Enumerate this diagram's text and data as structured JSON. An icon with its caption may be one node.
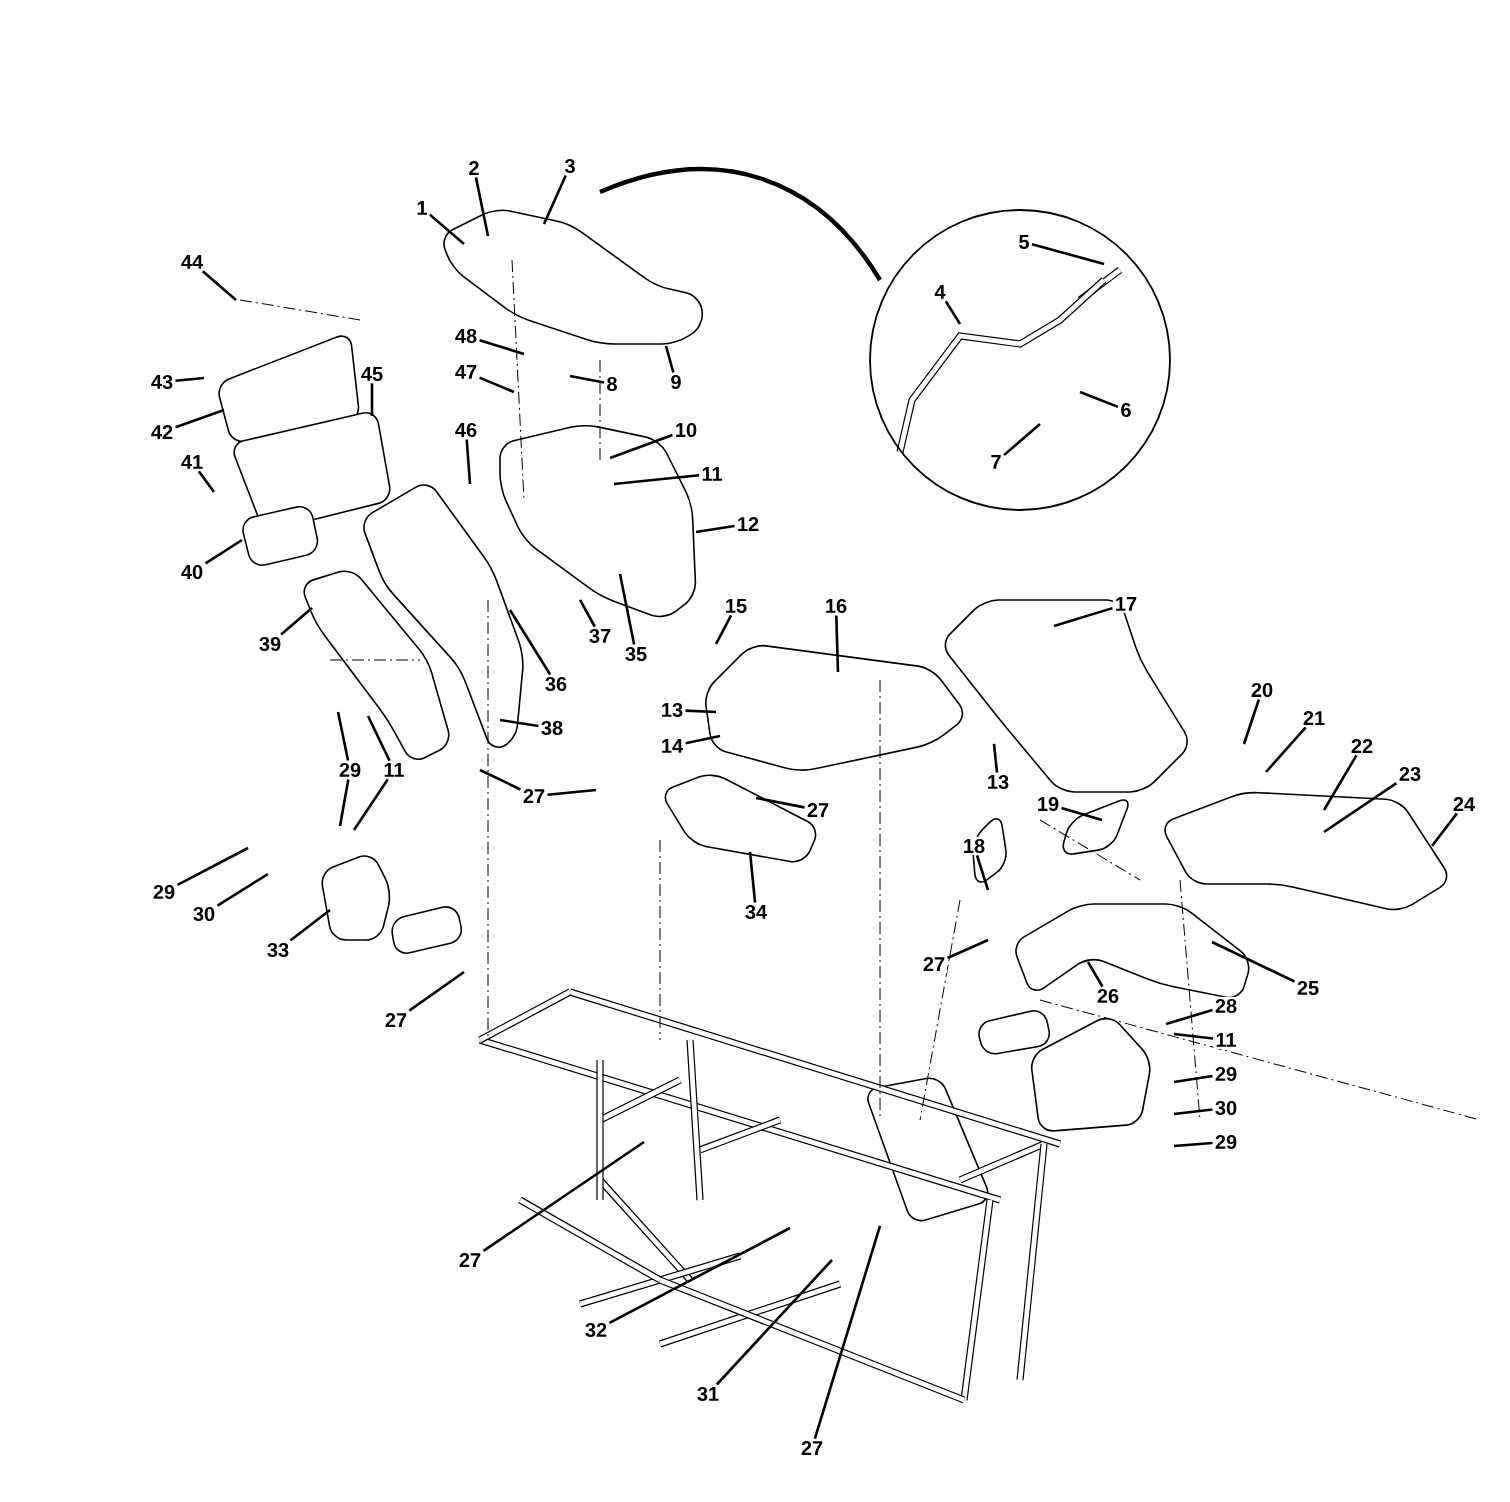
{
  "diagram": {
    "nodes": [
      {
        "text": [
          "1"
        ]
      },
      {
        "text": [
          "2"
        ]
      },
      {
        "text": [
          "3"
        ]
      },
      {
        "text": [
          "44"
        ]
      },
      {
        "text": [
          "5"
        ]
      },
      {
        "text": [
          "4"
        ]
      },
      {
        "text": [
          "48"
        ]
      },
      {
        "text": [
          "47"
        ]
      },
      {
        "text": [
          "8"
        ]
      },
      {
        "text": [
          "9"
        ]
      },
      {
        "text": [
          "43"
        ]
      },
      {
        "text": [
          "45"
        ]
      },
      {
        "text": [
          "6"
        ]
      },
      {
        "text": [
          "42"
        ]
      },
      {
        "text": [
          "10"
        ]
      },
      {
        "text": [
          "46"
        ]
      },
      {
        "text": [
          "7"
        ]
      },
      {
        "text": [
          "41"
        ]
      },
      {
        "text": [
          "11"
        ]
      },
      {
        "text": [
          "12"
        ]
      },
      {
        "text": [
          "40"
        ]
      },
      {
        "text": [
          "15"
        ]
      },
      {
        "text": [
          "16"
        ]
      },
      {
        "text": [
          "17"
        ]
      },
      {
        "text": [
          "39"
        ]
      },
      {
        "text": [
          "37"
        ]
      },
      {
        "text": [
          "35"
        ]
      },
      {
        "text": [
          "36"
        ]
      },
      {
        "text": [
          "20"
        ]
      },
      {
        "text": [
          "13"
        ]
      },
      {
        "text": [
          "38"
        ]
      },
      {
        "text": [
          "21"
        ]
      },
      {
        "text": [
          "14"
        ]
      },
      {
        "text": [
          "22"
        ]
      },
      {
        "text": [
          "29"
        ]
      },
      {
        "text": [
          "11"
        ]
      },
      {
        "text": [
          "13"
        ]
      },
      {
        "text": [
          "23"
        ]
      },
      {
        "text": [
          "27"
        ]
      },
      {
        "text": [
          "19"
        ]
      },
      {
        "text": [
          "24"
        ]
      },
      {
        "text": [
          "27"
        ]
      },
      {
        "text": [
          "18"
        ]
      },
      {
        "text": [
          "29"
        ]
      },
      {
        "text": [
          "34"
        ]
      },
      {
        "text": [
          "30"
        ]
      },
      {
        "text": [
          "33"
        ]
      },
      {
        "text": [
          "27"
        ]
      },
      {
        "text": [
          "25"
        ]
      },
      {
        "text": [
          "26"
        ]
      },
      {
        "text": [
          "28"
        ]
      },
      {
        "text": [
          "27"
        ]
      },
      {
        "text": [
          "11"
        ]
      },
      {
        "text": [
          "29"
        ]
      },
      {
        "text": [
          "30"
        ]
      },
      {
        "text": [
          "29"
        ]
      },
      {
        "text": [
          "27"
        ]
      },
      {
        "text": [
          "32"
        ]
      },
      {
        "text": [
          "31"
        ]
      },
      {
        "text": [
          "27"
        ]
      }
    ],
    "edges": [
      {
        "from": 0,
        "to": null,
        "arrow": "none"
      },
      {
        "from": 1,
        "to": null,
        "arrow": "none"
      },
      {
        "from": 2,
        "to": null,
        "arrow": "none"
      },
      {
        "from": 3,
        "to": null,
        "arrow": "none"
      },
      {
        "from": 4,
        "to": null,
        "arrow": "none"
      },
      {
        "from": 5,
        "to": null,
        "arrow": "none"
      },
      {
        "from": 6,
        "to": null,
        "arrow": "none"
      },
      {
        "from": 7,
        "to": null,
        "arrow": "none"
      },
      {
        "from": 8,
        "to": null,
        "arrow": "none"
      },
      {
        "from": 9,
        "to": null,
        "arrow": "none"
      },
      {
        "from": 10,
        "to": null,
        "arrow": "none"
      },
      {
        "from": 11,
        "to": null,
        "arrow": "none"
      },
      {
        "from": 12,
        "to": null,
        "arrow": "none"
      },
      {
        "from": 13,
        "to": null,
        "arrow": "none"
      },
      {
        "from": 14,
        "to": null,
        "arrow": "none"
      },
      {
        "from": 15,
        "to": null,
        "arrow": "none"
      },
      {
        "from": 16,
        "to": null,
        "arrow": "none"
      },
      {
        "from": 17,
        "to": null,
        "arrow": "none"
      },
      {
        "from": 18,
        "to": null,
        "arrow": "none"
      },
      {
        "from": 19,
        "to": null,
        "arrow": "none"
      },
      {
        "from": 20,
        "to": null,
        "arrow": "none"
      },
      {
        "from": 21,
        "to": null,
        "arrow": "none"
      },
      {
        "from": 22,
        "to": null,
        "arrow": "none"
      },
      {
        "from": 23,
        "to": null,
        "arrow": "none"
      },
      {
        "from": 24,
        "to": null,
        "arrow": "none"
      },
      {
        "from": 25,
        "to": null,
        "arrow": "none"
      },
      {
        "from": 26,
        "to": null,
        "arrow": "none"
      },
      {
        "from": 27,
        "to": null,
        "arrow": "none"
      },
      {
        "from": 28,
        "to": null,
        "arrow": "none"
      },
      {
        "from": 29,
        "to": null,
        "arrow": "none"
      },
      {
        "from": 30,
        "to": null,
        "arrow": "none"
      },
      {
        "from": 31,
        "to": null,
        "arrow": "none"
      },
      {
        "from": 32,
        "to": null,
        "arrow": "none"
      },
      {
        "from": 33,
        "to": null,
        "arrow": "none"
      },
      {
        "from": 34,
        "to": null,
        "arrow": "none"
      },
      {
        "from": 34,
        "to": null,
        "arrow": "none"
      },
      {
        "from": 35,
        "to": null,
        "arrow": "none"
      },
      {
        "from": 35,
        "to": null,
        "arrow": "none"
      },
      {
        "from": 36,
        "to": null,
        "arrow": "none"
      },
      {
        "from": 37,
        "to": null,
        "arrow": "none"
      },
      {
        "from": 38,
        "to": null,
        "arrow": "none"
      },
      {
        "from": 38,
        "to": null,
        "arrow": "none"
      },
      {
        "from": 39,
        "to": null,
        "arrow": "none"
      },
      {
        "from": 40,
        "to": null,
        "arrow": "none"
      },
      {
        "from": 41,
        "to": null,
        "arrow": "none"
      },
      {
        "from": 42,
        "to": null,
        "arrow": "none"
      },
      {
        "from": 43,
        "to": null,
        "arrow": "none"
      },
      {
        "from": 44,
        "to": null,
        "arrow": "none"
      },
      {
        "from": 45,
        "to": null,
        "arrow": "none"
      },
      {
        "from": 46,
        "to": null,
        "arrow": "none"
      },
      {
        "from": 47,
        "to": null,
        "arrow": "none"
      },
      {
        "from": 48,
        "to": null,
        "arrow": "none"
      },
      {
        "from": 49,
        "to": null,
        "arrow": "none"
      },
      {
        "from": 50,
        "to": null,
        "arrow": "none"
      },
      {
        "from": 51,
        "to": null,
        "arrow": "none"
      },
      {
        "from": 52,
        "to": null,
        "arrow": "none"
      },
      {
        "from": 53,
        "to": null,
        "arrow": "none"
      },
      {
        "from": 54,
        "to": null,
        "arrow": "none"
      },
      {
        "from": 55,
        "to": null,
        "arrow": "none"
      },
      {
        "from": 56,
        "to": null,
        "arrow": "none"
      },
      {
        "from": 57,
        "to": null,
        "arrow": "none"
      },
      {
        "from": 58,
        "to": null,
        "arrow": "none"
      },
      {
        "from": 59,
        "to": null,
        "arrow": "none"
      }
    ]
  }
}
